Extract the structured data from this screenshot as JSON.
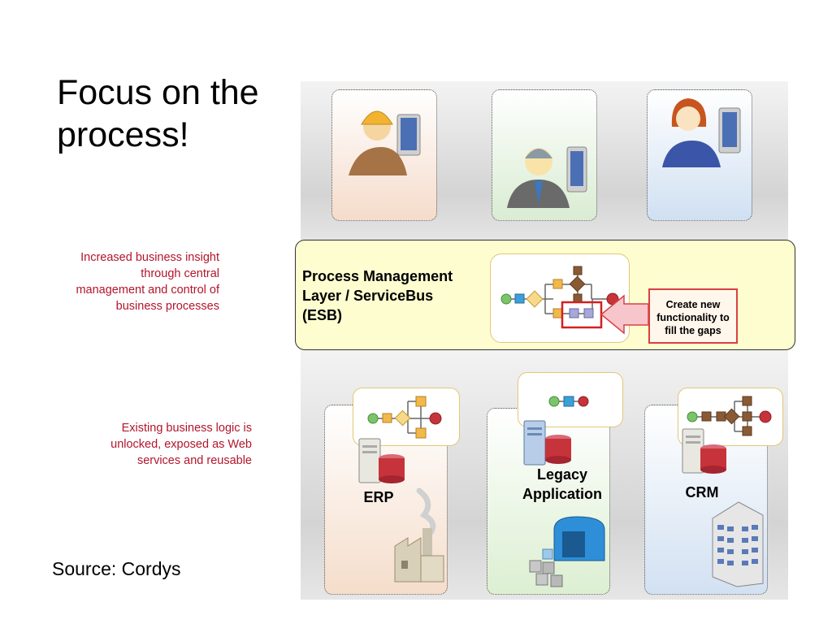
{
  "slide": {
    "title": "Focus on the process!",
    "source": "Source: Cordys"
  },
  "notes": {
    "insight": "Increased business insight through central management and control of business processes",
    "unlocked": "Existing business logic is unlocked, exposed as Web services and reusable"
  },
  "process_layer": {
    "label": "Process Management Layer / ServiceBus (ESB)",
    "callout": "Create new functionality to fill the gaps"
  },
  "systems": {
    "erp": "ERP",
    "legacy": "Legacy Application",
    "crm": "CRM"
  },
  "colors": {
    "accent_red": "#b2152b",
    "callout_border": "#d94040",
    "layer_fill": "#fdfdd0",
    "flow_start": "#7cc46a",
    "flow_end": "#c7333a",
    "flow_task": "#f2b94a"
  }
}
